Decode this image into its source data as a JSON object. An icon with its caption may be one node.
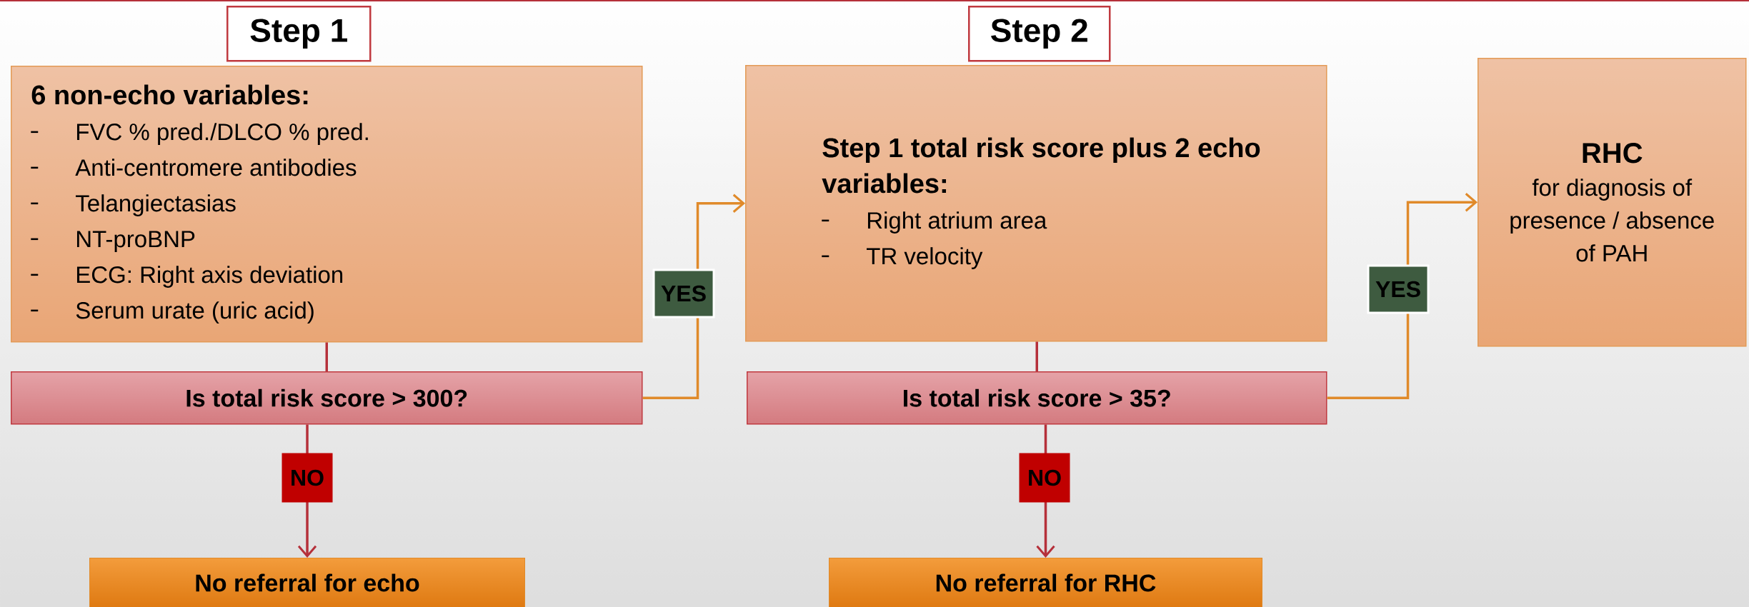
{
  "diagram": {
    "nodes": [
      {
        "text": [
          "Step 1"
        ]
      },
      {
        "text": [
          "6 non-echo variables:",
          "FVC % pred./DLCO % pred.",
          "Anti-centromere antibodies",
          "Telangiectasias",
          "NT-proBNP",
          "ECG: Right axis deviation",
          "Serum urate (uric acid)"
        ]
      },
      {
        "text": [
          "Is total risk score > 300?"
        ]
      },
      {
        "text": [
          "No referral for echo"
        ]
      },
      {
        "text": [
          "Step 2"
        ]
      },
      {
        "text": [
          "Step 1 total risk score plus 2 echo variables:",
          "Right atrium area",
          "TR velocity"
        ]
      },
      {
        "text": [
          "Is total risk score > 35?"
        ]
      },
      {
        "text": [
          "No referral for RHC"
        ]
      },
      {
        "text": [
          "RHC",
          "for diagnosis of presence / absence of PAH"
        ]
      }
    ],
    "edges": [
      {
        "from": 1,
        "to": 2,
        "arrow": "none"
      },
      {
        "from": 2,
        "to": 5,
        "arrow": "to",
        "label": "YES",
        "color": "#e08a2a"
      },
      {
        "from": 2,
        "to": 3,
        "arrow": "to",
        "label": "NO"
      },
      {
        "from": 5,
        "to": 6,
        "arrow": "none"
      },
      {
        "from": 6,
        "to": 8,
        "arrow": "to",
        "label": "YES",
        "color": "#e08a2a"
      },
      {
        "from": 6,
        "to": 7,
        "arrow": "to",
        "label": "NO"
      }
    ]
  }
}
